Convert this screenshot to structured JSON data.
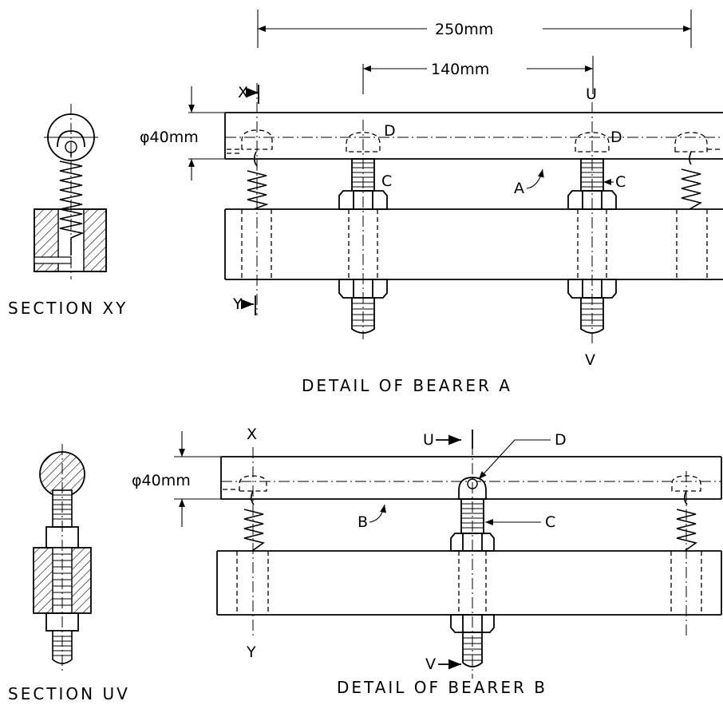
{
  "bearer_a": {
    "caption": "DETAIL OF BEARER A",
    "dim_overall": "250mm",
    "dim_inner": "140mm",
    "diameter": "φ40mm",
    "label_a": "A",
    "label_c1": "C",
    "label_c2": "C",
    "label_d1": "D",
    "label_d2": "D",
    "label_u": "U",
    "label_v": "V",
    "label_x": "X",
    "label_y": "Y"
  },
  "section_xy": {
    "caption": "SECTION XY"
  },
  "bearer_b": {
    "caption": "DETAIL OF BEARER B",
    "diameter": "φ40mm",
    "label_b": "B",
    "label_c": "C",
    "label_d": "D",
    "label_u": "U",
    "label_v": "V",
    "label_x": "X",
    "label_y": "Y"
  },
  "section_uv": {
    "caption": "SECTION UV"
  }
}
